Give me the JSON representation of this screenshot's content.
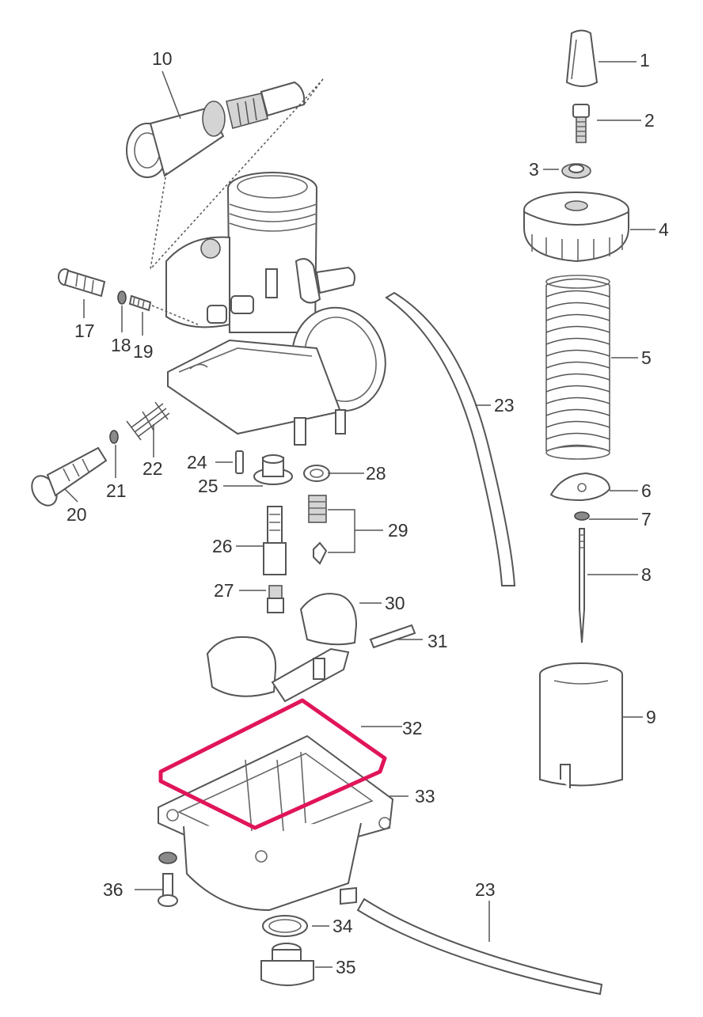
{
  "highlight_color": "#e0155a",
  "callouts": [
    {
      "id": "1",
      "label": "1"
    },
    {
      "id": "2",
      "label": "2"
    },
    {
      "id": "3",
      "label": "3"
    },
    {
      "id": "4",
      "label": "4"
    },
    {
      "id": "5",
      "label": "5"
    },
    {
      "id": "6",
      "label": "6"
    },
    {
      "id": "7",
      "label": "7"
    },
    {
      "id": "8",
      "label": "8"
    },
    {
      "id": "9",
      "label": "9"
    },
    {
      "id": "10",
      "label": "10"
    },
    {
      "id": "17",
      "label": "17"
    },
    {
      "id": "18",
      "label": "18"
    },
    {
      "id": "19",
      "label": "19"
    },
    {
      "id": "20",
      "label": "20"
    },
    {
      "id": "21",
      "label": "21"
    },
    {
      "id": "22",
      "label": "22"
    },
    {
      "id": "23a",
      "label": "23"
    },
    {
      "id": "23b",
      "label": "23"
    },
    {
      "id": "24",
      "label": "24"
    },
    {
      "id": "25",
      "label": "25"
    },
    {
      "id": "26",
      "label": "26"
    },
    {
      "id": "27",
      "label": "27"
    },
    {
      "id": "28",
      "label": "28"
    },
    {
      "id": "29",
      "label": "29"
    },
    {
      "id": "30",
      "label": "30"
    },
    {
      "id": "31",
      "label": "31"
    },
    {
      "id": "32",
      "label": "32"
    },
    {
      "id": "33",
      "label": "33"
    },
    {
      "id": "34",
      "label": "34"
    },
    {
      "id": "35",
      "label": "35"
    },
    {
      "id": "36",
      "label": "36"
    }
  ]
}
